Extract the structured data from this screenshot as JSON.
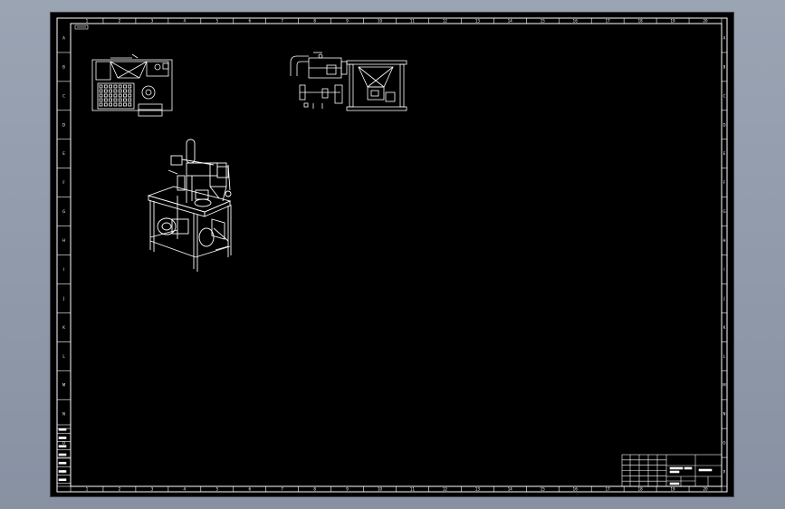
{
  "canvas": {
    "background_color": "#000000",
    "line_color": "#ffffff",
    "workspace_color": "#8f99a8"
  },
  "sheet": {
    "type": "cad-drawing-sheet",
    "top_zone_labels": [
      "1",
      "2",
      "3",
      "4",
      "5",
      "6",
      "7",
      "8",
      "9",
      "10",
      "11",
      "12",
      "13",
      "14",
      "15",
      "16",
      "17",
      "18",
      "19",
      "20"
    ],
    "side_zone_labels": [
      "A",
      "B",
      "C",
      "D",
      "E",
      "F",
      "G",
      "H",
      "I",
      "J",
      "K",
      "L",
      "M",
      "N",
      "O",
      "P"
    ]
  },
  "views": [
    {
      "name": "front-view",
      "kind": "orthographic"
    },
    {
      "name": "top-view",
      "kind": "orthographic"
    },
    {
      "name": "isometric-view",
      "kind": "isometric"
    }
  ],
  "title_block": {
    "rows": 6
  },
  "revision_block": {
    "rows": 8
  }
}
